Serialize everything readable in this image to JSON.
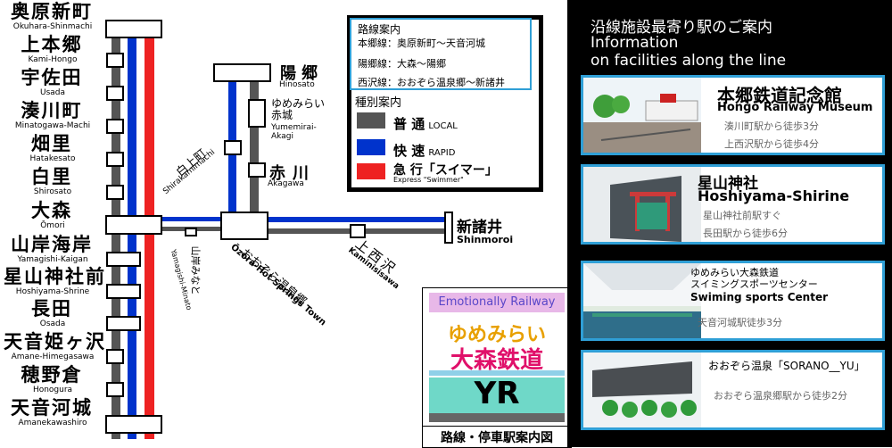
{
  "stations_main": [
    {
      "name": "奥原新町",
      "en": "Okuhara-Shinmachi"
    },
    {
      "name": "上本郷",
      "en": "Kami-Hongo"
    },
    {
      "name": "宇佐田",
      "en": "Usada"
    },
    {
      "name": "湊川町",
      "en": "Minatogawa-Machi"
    },
    {
      "name": "畑里",
      "en": "Hatakesato"
    },
    {
      "name": "白里",
      "en": "Shirosato"
    },
    {
      "name": "大森",
      "en": "Ōmori"
    },
    {
      "name": "山岸海岸",
      "en": "Yamagishi-Kaigan"
    },
    {
      "name": "星山神社前",
      "en": "Hoshiyama-Shrine"
    },
    {
      "name": "長田",
      "en": "Osada"
    },
    {
      "name": "天音姫ヶ沢",
      "en": "Amane-Himegasawa"
    },
    {
      "name": "穂野倉",
      "en": "Honogura"
    },
    {
      "name": "天音河城",
      "en": "Amanekawashiro"
    }
  ],
  "branch": {
    "hinosato": {
      "name": "陽郷",
      "en": "Hinosato"
    },
    "yumemirai": {
      "name": "ゆめみらい\n赤城",
      "en": "Yumemirai-\nAkagi"
    },
    "akagawa": {
      "name": "赤川",
      "en": "Akagawa"
    },
    "shirakami": {
      "name": "白上町",
      "en": "Shirakamimachi"
    },
    "minato": {
      "name": "山岸みなと",
      "en": "Yamagishi-Minato"
    },
    "ozora": {
      "name": "おおぞら温泉郷",
      "en": "Ōzora-Hot Springs Town"
    },
    "kaminishi": {
      "name": "上西沢",
      "en": "Kaminisisawa"
    },
    "shinmoroi": {
      "name": "新諸井",
      "en": "Shinmoroi"
    }
  },
  "legend": {
    "route_title": "路線案内",
    "routes": [
      "本郷線：奥原新町～天音河城",
      "陽郷線：大森～陽郷",
      "西沢線：おおぞら温泉郷～新諸井"
    ],
    "type_title": "種別案内",
    "types": [
      {
        "color": "#555555",
        "label": "普 通",
        "en": "LOCAL"
      },
      {
        "color": "#0033cc",
        "label": "快 速",
        "en": "RAPID"
      },
      {
        "color": "#ee2222",
        "label": "急 行「スイマー」",
        "en": "Express \"Swimmer\""
      }
    ]
  },
  "logo": {
    "top": "Emotionally Railway",
    "line1": "ゆめみらい",
    "line2": "大森鉄道",
    "mark": "YR",
    "caption": "路線・停車駅案内図"
  },
  "info": {
    "title_ja": "沿線施設最寄り駅のご案内",
    "title_en1": "Information",
    "title_en2": "on facilities along the line",
    "facilities": [
      {
        "title_ja": "本郷鉄道記念館",
        "title_en": "Hongō Railway Museum",
        "access": [
          "湊川町駅から徒歩3分",
          "上西沢駅から徒歩4分"
        ]
      },
      {
        "title_ja": "星山神社",
        "title_en": "Hoshiyama-Shirine",
        "access": [
          "星山神社前駅すぐ",
          "長田駅から徒歩6分"
        ]
      },
      {
        "title_ja": "ゆめみらい大森鉄道\nスイミングスポーツセンター",
        "title_en": "Swiming sports Center",
        "access": [
          "天音河城駅徒歩3分"
        ]
      },
      {
        "title_ja": "おおぞら温泉「SORANO__YU」",
        "title_en": "",
        "access": [
          "おおぞら温泉郷駅から徒歩2分"
        ]
      }
    ]
  }
}
